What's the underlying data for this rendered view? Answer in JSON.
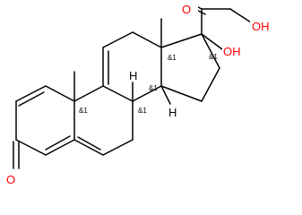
{
  "molecule": {
    "atom_labels": {
      "ketone_o_a_ring": "O",
      "ketone_o_side_chain": "O",
      "oh_side_chain": "OH",
      "oh_c17": "OH",
      "h_c8": "H",
      "h_c14": "H"
    },
    "stereo_labels": {
      "c17": "&1",
      "c13": "&1",
      "c10": "&1",
      "c8": "&1",
      "c14": "&1"
    },
    "colors": {
      "bond": "#000000",
      "heteroatom_oxygen": "#ff0000"
    }
  }
}
